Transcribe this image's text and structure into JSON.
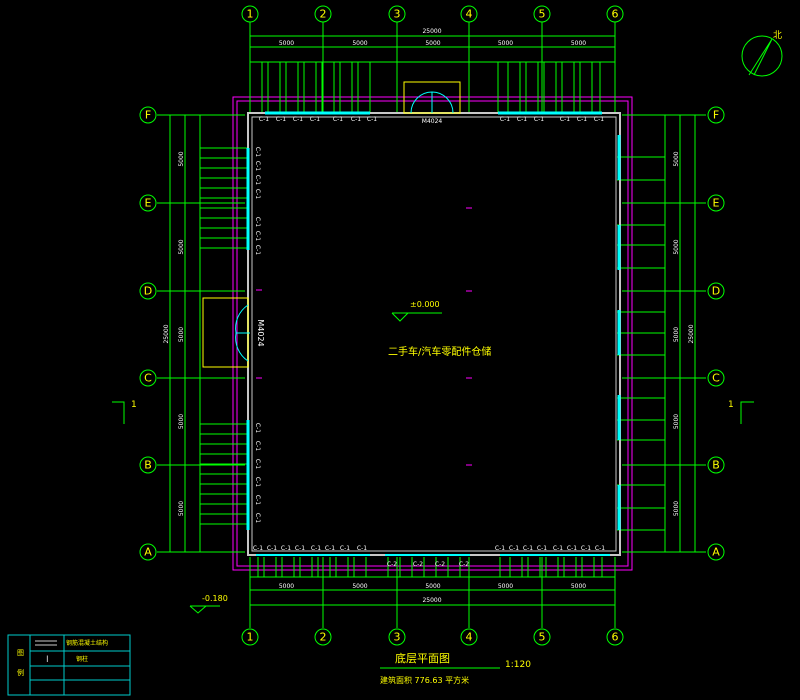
{
  "axes": {
    "columns": [
      "1",
      "2",
      "3",
      "4",
      "5",
      "6"
    ],
    "rows": [
      "F",
      "E",
      "D",
      "C",
      "B",
      "A"
    ]
  },
  "dimensions": {
    "overall": "25000",
    "bay": "5000",
    "left_overall": "25000",
    "left_bays": [
      "5000",
      "5000",
      "5000",
      "5000",
      "5000"
    ]
  },
  "labels": {
    "door_top": "M4024",
    "door_left": "M4024",
    "window": "C-1",
    "window_alt": "C-2",
    "floor_level": "±0.000",
    "outside_level": "-0.180",
    "room_name": "二手车/汽车零配件仓储",
    "section_mark": "1",
    "north": "北"
  },
  "title": {
    "drawing_name": "底层平面图",
    "scale": "1:120",
    "area": "建筑面积 776.63 平方米"
  },
  "title_block": {
    "col1_a": "图",
    "col1_b": "例",
    "row1": "钢筋混凝土结构",
    "row2_symbol": "I",
    "row2": "钢柱"
  },
  "colors": {
    "grid": "#00ff00",
    "wall": "#c8c8c8",
    "outline": "#ff00ff",
    "window": "#00ffff",
    "text": "#ffff00"
  }
}
